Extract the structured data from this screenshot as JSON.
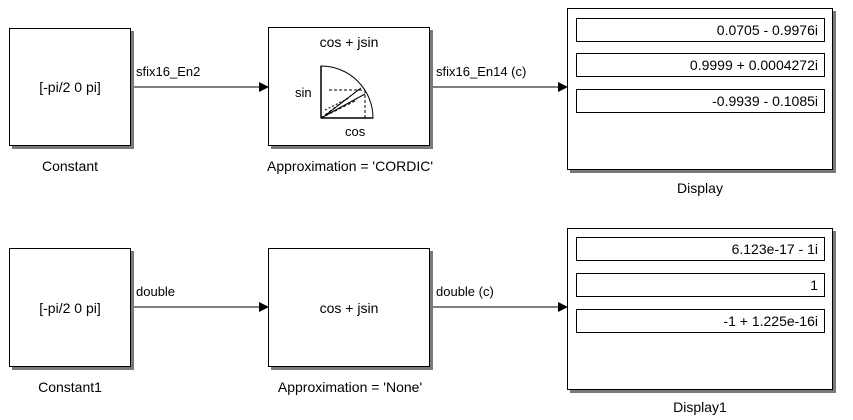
{
  "row1": {
    "constant": {
      "value": "[-pi/2 0 pi]",
      "name": "Constant"
    },
    "signal_in": "sfix16_En2",
    "cordic": {
      "title": "cos + jsin",
      "sin_label": "sin",
      "cos_label": "cos",
      "name": "Approximation = 'CORDIC'"
    },
    "signal_out": "sfix16_En14 (c)",
    "display": {
      "name": "Display",
      "values": [
        "0.0705 - 0.9976i",
        "0.9999 + 0.0004272i",
        "-0.9939 - 0.1085i"
      ]
    }
  },
  "row2": {
    "constant": {
      "value": "[-pi/2 0 pi]",
      "name": "Constant1"
    },
    "signal_in": "double",
    "trig": {
      "title": "cos + jsin",
      "name": "Approximation = 'None'"
    },
    "signal_out": "double (c)",
    "display": {
      "name": "Display1",
      "values": [
        "6.123e-17 - 1i",
        "1",
        "-1 + 1.225e-16i"
      ]
    }
  }
}
